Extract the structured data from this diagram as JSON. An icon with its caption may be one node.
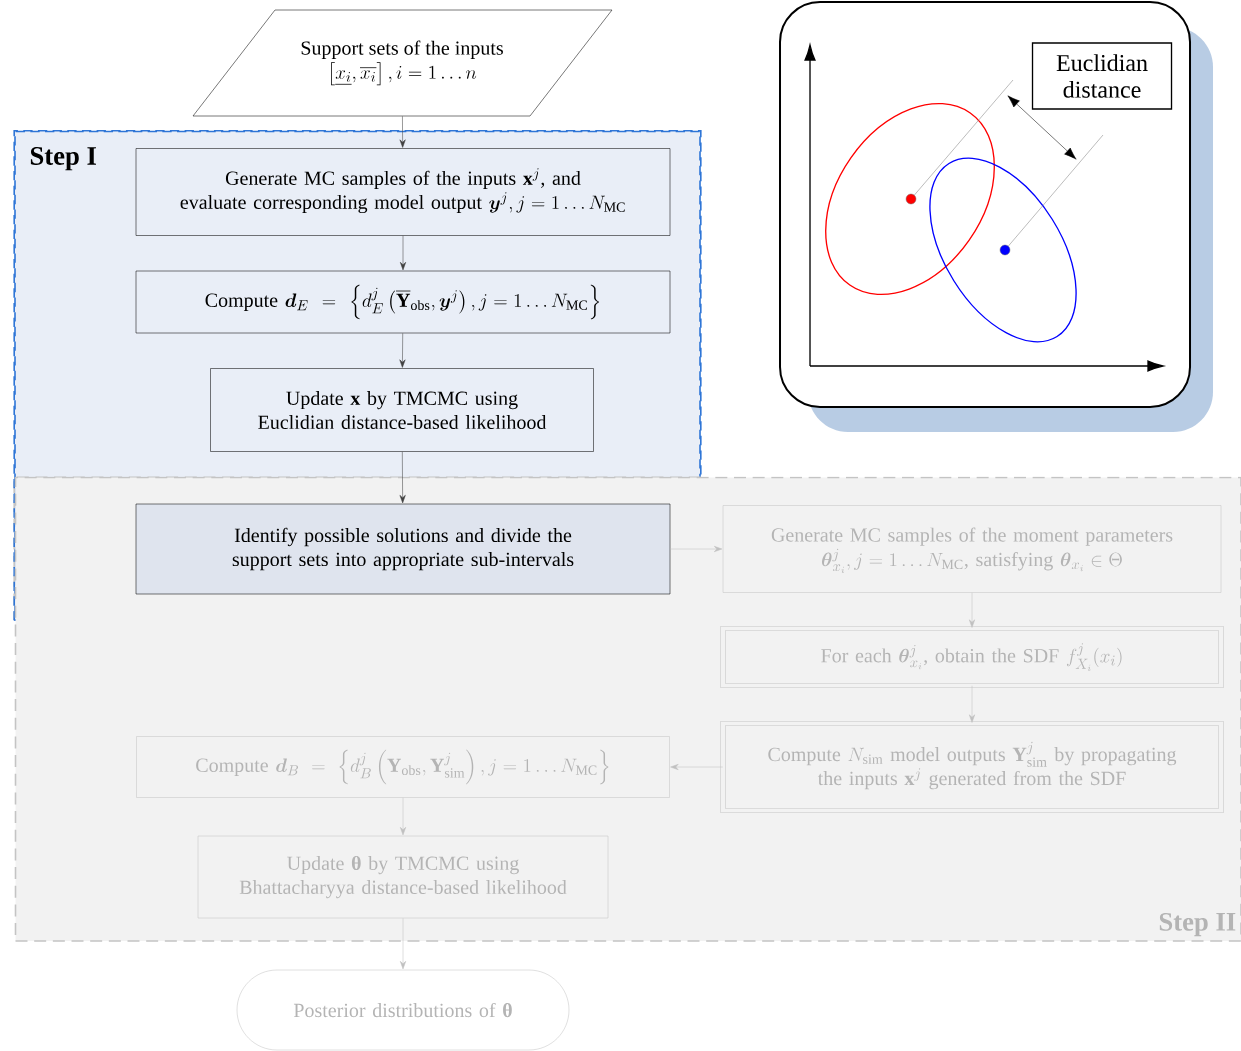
{
  "diagram": {
    "nodes": [
      {
        "text": [
          "Support sets of the inputs",
          "\\left[\\underline{x_i},\\overline{x_i}\\right], i=1\\ldots n"
        ]
      },
      {
        "text": [
          "Euclidian distance"
        ]
      },
      {
        "text": [
          "Step I"
        ]
      },
      {
        "text": [
          "\\begin{array}{c}\\text{Generate MC samples of the inputs }\\mathbf{x}^{j}\\text{, and}\\\\ \\text{evaluate corresponding model output }\\boldsymbol{y}^{j}, j=1\\ldots N_{\\mathrm{MC}}\\end{array}"
        ],
        "in": 2
      },
      {
        "text": [
          "\\text{Compute }\\boldsymbol{d}_E=\\left\\{d_E^{j}\\left(\\overline{\\mathbf{Y}}_{\\mathrm{obs}},\\boldsymbol{y}^{j}\\right), j=1\\ldots N_{\\mathrm{MC}}\\right\\}"
        ],
        "in": 2
      },
      {
        "text": [
          "Update **x** by TMCMC using Euclidian distance-based likelihood"
        ],
        "in": 2
      },
      {
        "text": [
          "Step II"
        ]
      },
      {
        "text": [
          "Identify possible solutions and divide the support sets into appropriate sub-intervals"
        ]
      },
      {
        "text": [
          "\\begin{array}{c}\\text{Generate MC samples of the moment parameters}\\\\ \\boldsymbol{\\theta}_{x_i}^{j}, j=1\\ldots N_{\\mathrm{MC}}\\text{, satisfying }\\boldsymbol{\\theta}_{x_i}\\in\\Theta\\end{array}"
        ],
        "in": 6
      },
      {
        "text": [
          "\\text{For each }\\boldsymbol{\\theta}_{x_i}^{j}\\text{, obtain the SDF }f_{X_i}^{j}(x_i)"
        ],
        "in": 6
      },
      {
        "text": [
          "\\begin{array}{c}\\text{Compute }N_{\\mathrm{sim}}\\text{ model outputs }\\mathbf{Y}_{\\mathrm{sim}}^{j}\\text{ by propagating}\\\\ \\text{the inputs }\\mathbf{x}^{j}\\text{ generated from the SDF}\\end{array}"
        ],
        "in": 6
      },
      {
        "text": [
          "\\text{Compute }\\boldsymbol{d}_B=\\left\\{d_B^{j}\\left(\\mathbf{Y}_{\\mathrm{obs}},\\mathbf{Y}_{\\mathrm{sim}}^{j}\\right), j=1\\ldots N_{\\mathrm{MC}}\\right\\}"
        ],
        "in": 6
      },
      {
        "text": [
          "Update **θ** by TMCMC using Bhattacharyya distance-based likelihood"
        ],
        "in": 6
      },
      {
        "text": [
          "Posterior distributions of **θ**"
        ]
      }
    ],
    "edges": [
      {
        "from": 0,
        "to": 3,
        "arrow": "to",
        "color": "#404040"
      },
      {
        "from": 3,
        "to": 4,
        "arrow": "to",
        "color": "#404040"
      },
      {
        "from": 4,
        "to": 5,
        "arrow": "to",
        "color": "#404040"
      },
      {
        "from": 5,
        "to": 7,
        "arrow": "to",
        "color": "#404040"
      },
      {
        "from": 7,
        "to": 8,
        "arrow": "to",
        "color": "#c0c0c0"
      },
      {
        "from": 8,
        "to": 9,
        "arrow": "to",
        "color": "#c0c0c0"
      },
      {
        "from": 9,
        "to": 10,
        "arrow": "to",
        "color": "#c0c0c0"
      },
      {
        "from": 10,
        "to": 11,
        "arrow": "to",
        "color": "#c0c0c0"
      },
      {
        "from": 11,
        "to": 12,
        "arrow": "to",
        "color": "#c0c0c0"
      },
      {
        "from": 12,
        "to": 13,
        "arrow": "to",
        "color": "#c0c0c0"
      }
    ]
  }
}
